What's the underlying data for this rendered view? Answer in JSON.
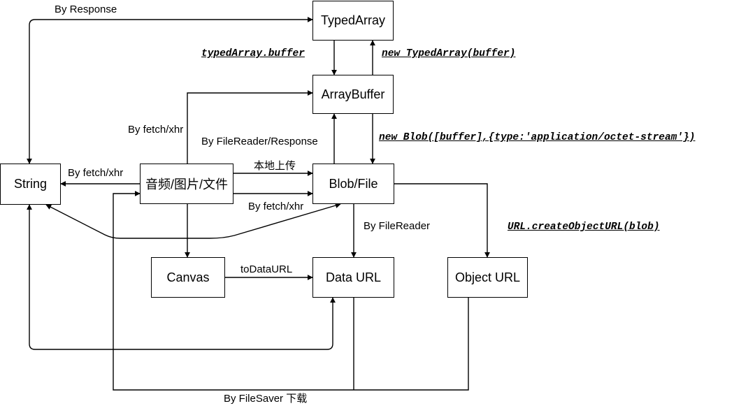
{
  "nodes": {
    "typed_array": "TypedArray",
    "array_buffer": "ArrayBuffer",
    "string": "String",
    "media": "音频/图片/文件",
    "blob_file": "Blob/File",
    "canvas": "Canvas",
    "data_url": "Data URL",
    "object_url": "Object URL"
  },
  "edge_labels": {
    "by_response": "By Response",
    "typed_array_buffer": "typedArray.buffer",
    "new_typed_array": "new TypedArray(buffer)",
    "by_fetch_xhr_up": "By fetch/xhr",
    "by_filereader_response": "By FileReader/Response",
    "new_blob": "new Blob([buffer],{type:'application/octet-stream'})",
    "by_fetch_xhr_left": "By fetch/xhr",
    "local_upload": "本地上传",
    "by_fetch_xhr_right": "By fetch/xhr",
    "by_filereader": "By FileReader",
    "create_object_url": "URL.createObjectURL(blob)",
    "to_data_url": "toDataURL",
    "by_filesaver_download": "By FileSaver 下载"
  },
  "colors": {
    "stroke": "#000000",
    "background": "#ffffff"
  }
}
